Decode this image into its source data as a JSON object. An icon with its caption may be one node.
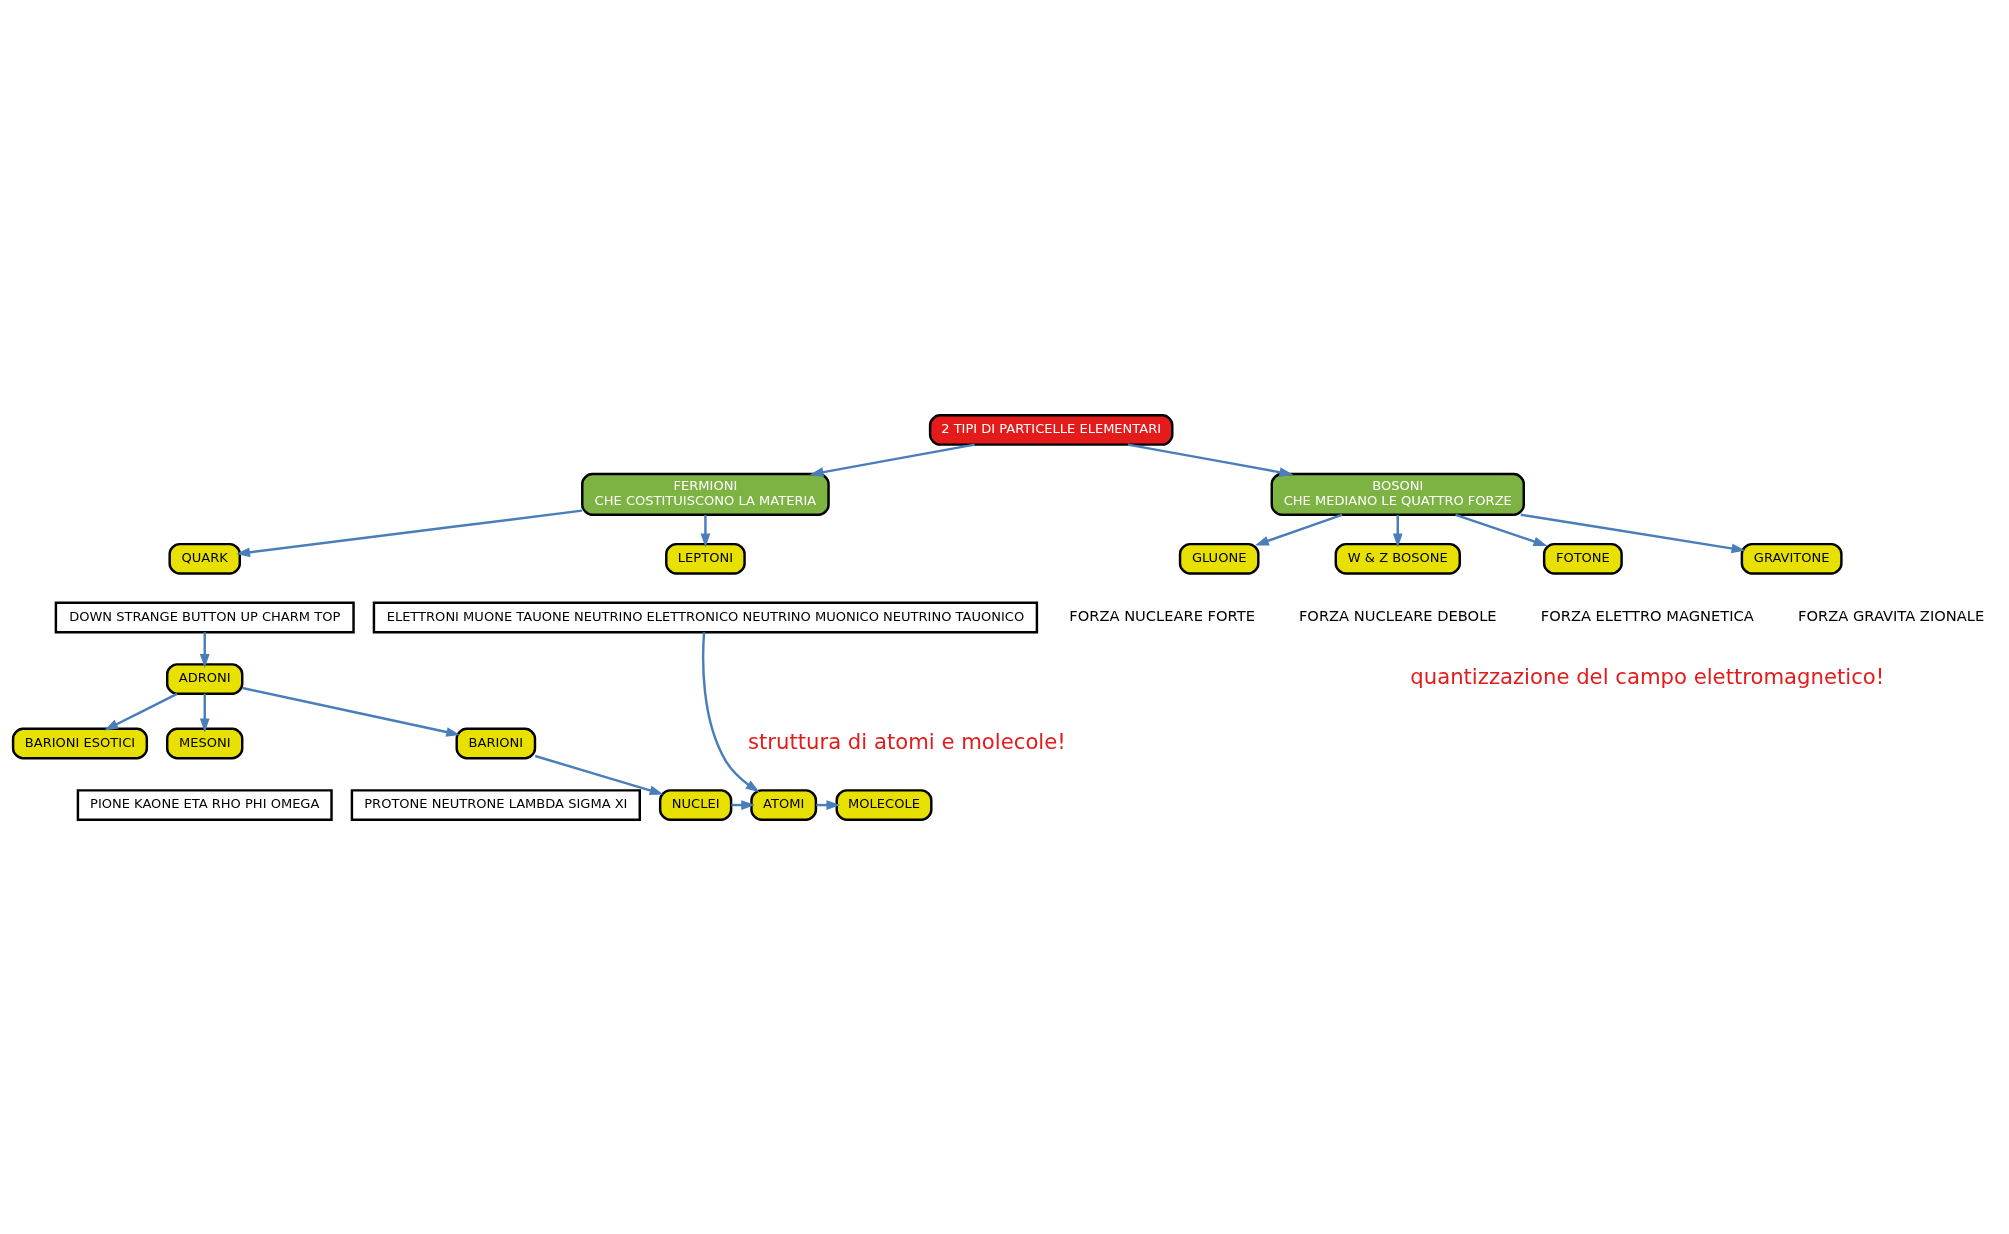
{
  "diagram": {
    "nodes": [
      {
        "text": [
          "2 TIPI DI PARTICELLE ELEMENTARI"
        ]
      },
      {
        "text": [
          "FERMIONI",
          "CHE COSTITUISCONO LA MATERIA"
        ]
      },
      {
        "text": [
          "BOSONI",
          "CHE MEDIANO LE QUATTRO FORZE"
        ]
      },
      {
        "text": [
          "QUARK"
        ]
      },
      {
        "text": [
          "LEPTONI"
        ]
      },
      {
        "text": [
          "DOWN STRANGE BUTTON UP CHARM TOP"
        ]
      },
      {
        "text": [
          "ELETTRONI MUONE TAUONE NEUTRINO ELETTRONICO NEUTRINO MUONICO NEUTRINO TAUONICO"
        ]
      },
      {
        "text": [
          "GLUONE"
        ],
        "beside": [
          "FORZA NUCLEARE FORTE"
        ]
      },
      {
        "text": [
          "W & Z BOSONE"
        ],
        "beside": [
          "FORZA NUCLEARE DEBOLE"
        ]
      },
      {
        "text": [
          "FOTONE"
        ],
        "beside": [
          "FORZA ELETTRO MAGNETICA"
        ]
      },
      {
        "text": [
          "GRAVITONE"
        ],
        "beside": [
          "FORZA GRAVITA ZIONALE"
        ]
      },
      {
        "text": [
          "ADRONI"
        ]
      },
      {
        "text": [
          "BARIONI ESOTICI"
        ]
      },
      {
        "text": [
          "MESONI"
        ]
      },
      {
        "text": [
          "BARIONI"
        ]
      },
      {
        "text": [
          "PIONE KAONE ETA RHO PHI OMEGA"
        ]
      },
      {
        "text": [
          "PROTONE NEUTRONE LAMBDA SIGMA XI"
        ]
      },
      {
        "text": [
          "NUCLEI"
        ]
      },
      {
        "text": [
          "ATOMI"
        ]
      },
      {
        "text": [
          "MOLECOLE"
        ]
      }
    ],
    "edges": [
      {
        "from": 0,
        "to": 1,
        "arrow": "to"
      },
      {
        "from": 0,
        "to": 2,
        "arrow": "to"
      },
      {
        "from": 1,
        "to": 3,
        "arrow": "to"
      },
      {
        "from": 1,
        "to": 4,
        "arrow": "to"
      },
      {
        "from": 2,
        "to": 7,
        "arrow": "to"
      },
      {
        "from": 2,
        "to": 8,
        "arrow": "to"
      },
      {
        "from": 2,
        "to": 9,
        "arrow": "to"
      },
      {
        "from": 2,
        "to": 10,
        "arrow": "to"
      },
      {
        "from": 5,
        "to": 11,
        "arrow": "to"
      },
      {
        "from": 11,
        "to": 12,
        "arrow": "to"
      },
      {
        "from": 11,
        "to": 13,
        "arrow": "to"
      },
      {
        "from": 11,
        "to": 14,
        "arrow": "to"
      },
      {
        "from": 14,
        "to": 17,
        "arrow": "to"
      },
      {
        "from": 17,
        "to": 18,
        "arrow": "to"
      },
      {
        "from": 6,
        "to": 18,
        "arrow": "to"
      },
      {
        "from": 18,
        "to": 19,
        "arrow": "to"
      }
    ],
    "labels": [
      "quantizzazione del campo elettromagnetico!",
      "struttura di atomi e molecole!"
    ]
  }
}
